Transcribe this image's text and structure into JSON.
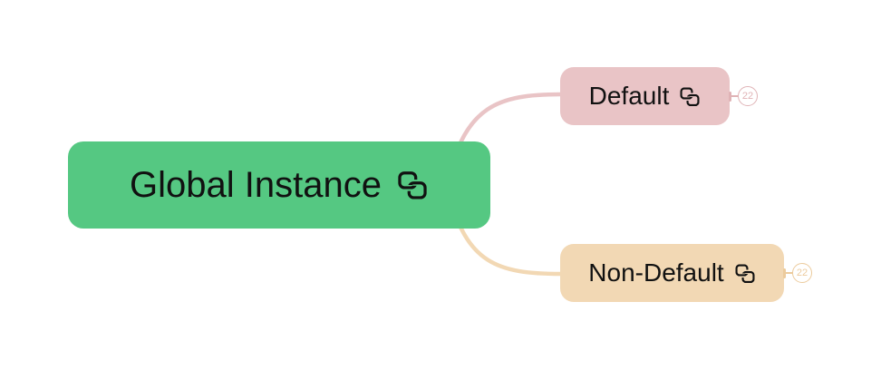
{
  "canvas": {
    "background_color": "#ffffff",
    "type": "mindmap"
  },
  "root_node": {
    "label": "Global Instance",
    "fill_color": "#55c882",
    "text_color": "#111111",
    "icon": "linked-topic-icon"
  },
  "children": [
    {
      "label": "Default",
      "fill_color": "#e9c4c6",
      "branch_color": "#e9c4c6",
      "badge_color": "#e0b3b6",
      "badge_count": "22",
      "icon": "linked-topic-icon"
    },
    {
      "label": "Non-Default",
      "fill_color": "#f2d8b4",
      "branch_color": "#f2d8b4",
      "badge_color": "#eccb9d",
      "badge_count": "22",
      "icon": "linked-topic-icon"
    }
  ]
}
